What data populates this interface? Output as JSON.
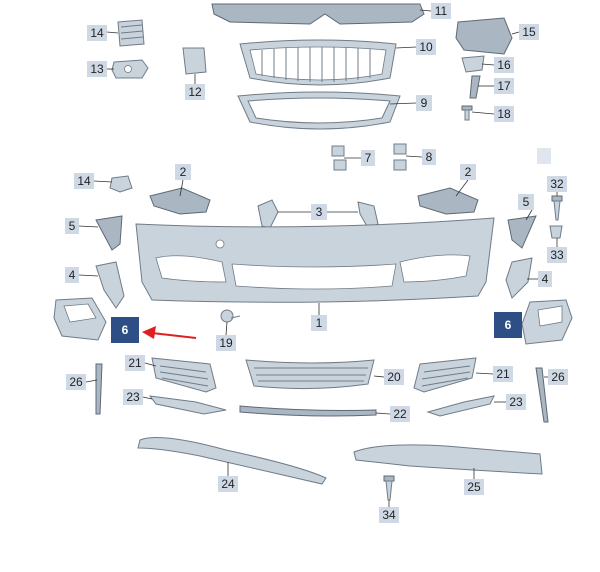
{
  "callouts": {
    "c1": "1",
    "c2a": "2",
    "c2b": "2",
    "c3": "3",
    "c4a": "4",
    "c4b": "4",
    "c5a": "5",
    "c5b": "5",
    "c6a": "6",
    "c6b": "6",
    "c7": "7",
    "c8": "8",
    "c9": "9",
    "c10": "10",
    "c11": "11",
    "c12": "12",
    "c13": "13",
    "c14a": "14",
    "c14b": "14",
    "c15": "15",
    "c16": "16",
    "c17": "17",
    "c18": "18",
    "c19": "19",
    "c20": "20",
    "c21a": "21",
    "c21b": "21",
    "c22": "22",
    "c23a": "23",
    "c23b": "23",
    "c24": "24",
    "c25": "25",
    "c26a": "26",
    "c26b": "26",
    "c32": "32",
    "c33": "33",
    "c34": "34"
  },
  "colors": {
    "callout_bg": "#cfd9e5",
    "highlight_bg": "#2e4f86",
    "arrow": "#e02020",
    "part_fill": "#c9d3dc"
  }
}
